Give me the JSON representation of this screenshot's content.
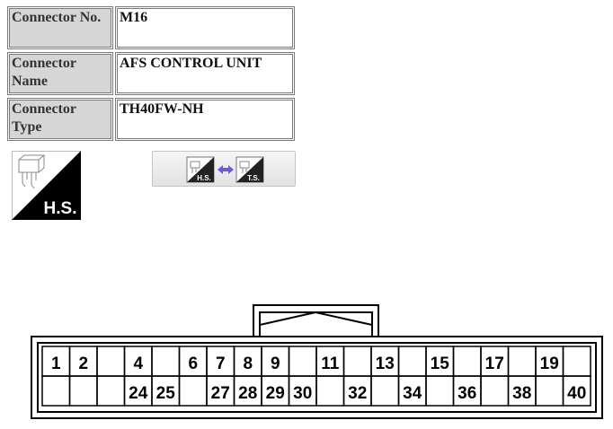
{
  "connector_info": {
    "rows": [
      {
        "label": "Connector No.",
        "value": "M16"
      },
      {
        "label": "Connector Name",
        "value": "AFS CONTROL UNIT"
      },
      {
        "label": "Connector Type",
        "value": "TH40FW-NH"
      }
    ]
  },
  "harness_badge": {
    "label": "H.S.",
    "icon": "connector-icon"
  },
  "view_toggle": {
    "from_label": "H.S.",
    "to_label": "T.S.",
    "icon": "swap-arrows-icon"
  },
  "connector_diagram": {
    "pin_rows": [
      [
        "1",
        "2",
        "",
        "4",
        "",
        "6",
        "7",
        "8",
        "9",
        "",
        "11",
        "",
        "13",
        "",
        "15",
        "",
        "17",
        "",
        "19",
        ""
      ],
      [
        "",
        "",
        "",
        "24",
        "25",
        "",
        "27",
        "28",
        "29",
        "30",
        "",
        "32",
        "",
        "34",
        "",
        "36",
        "",
        "38",
        "",
        "40"
      ]
    ]
  }
}
